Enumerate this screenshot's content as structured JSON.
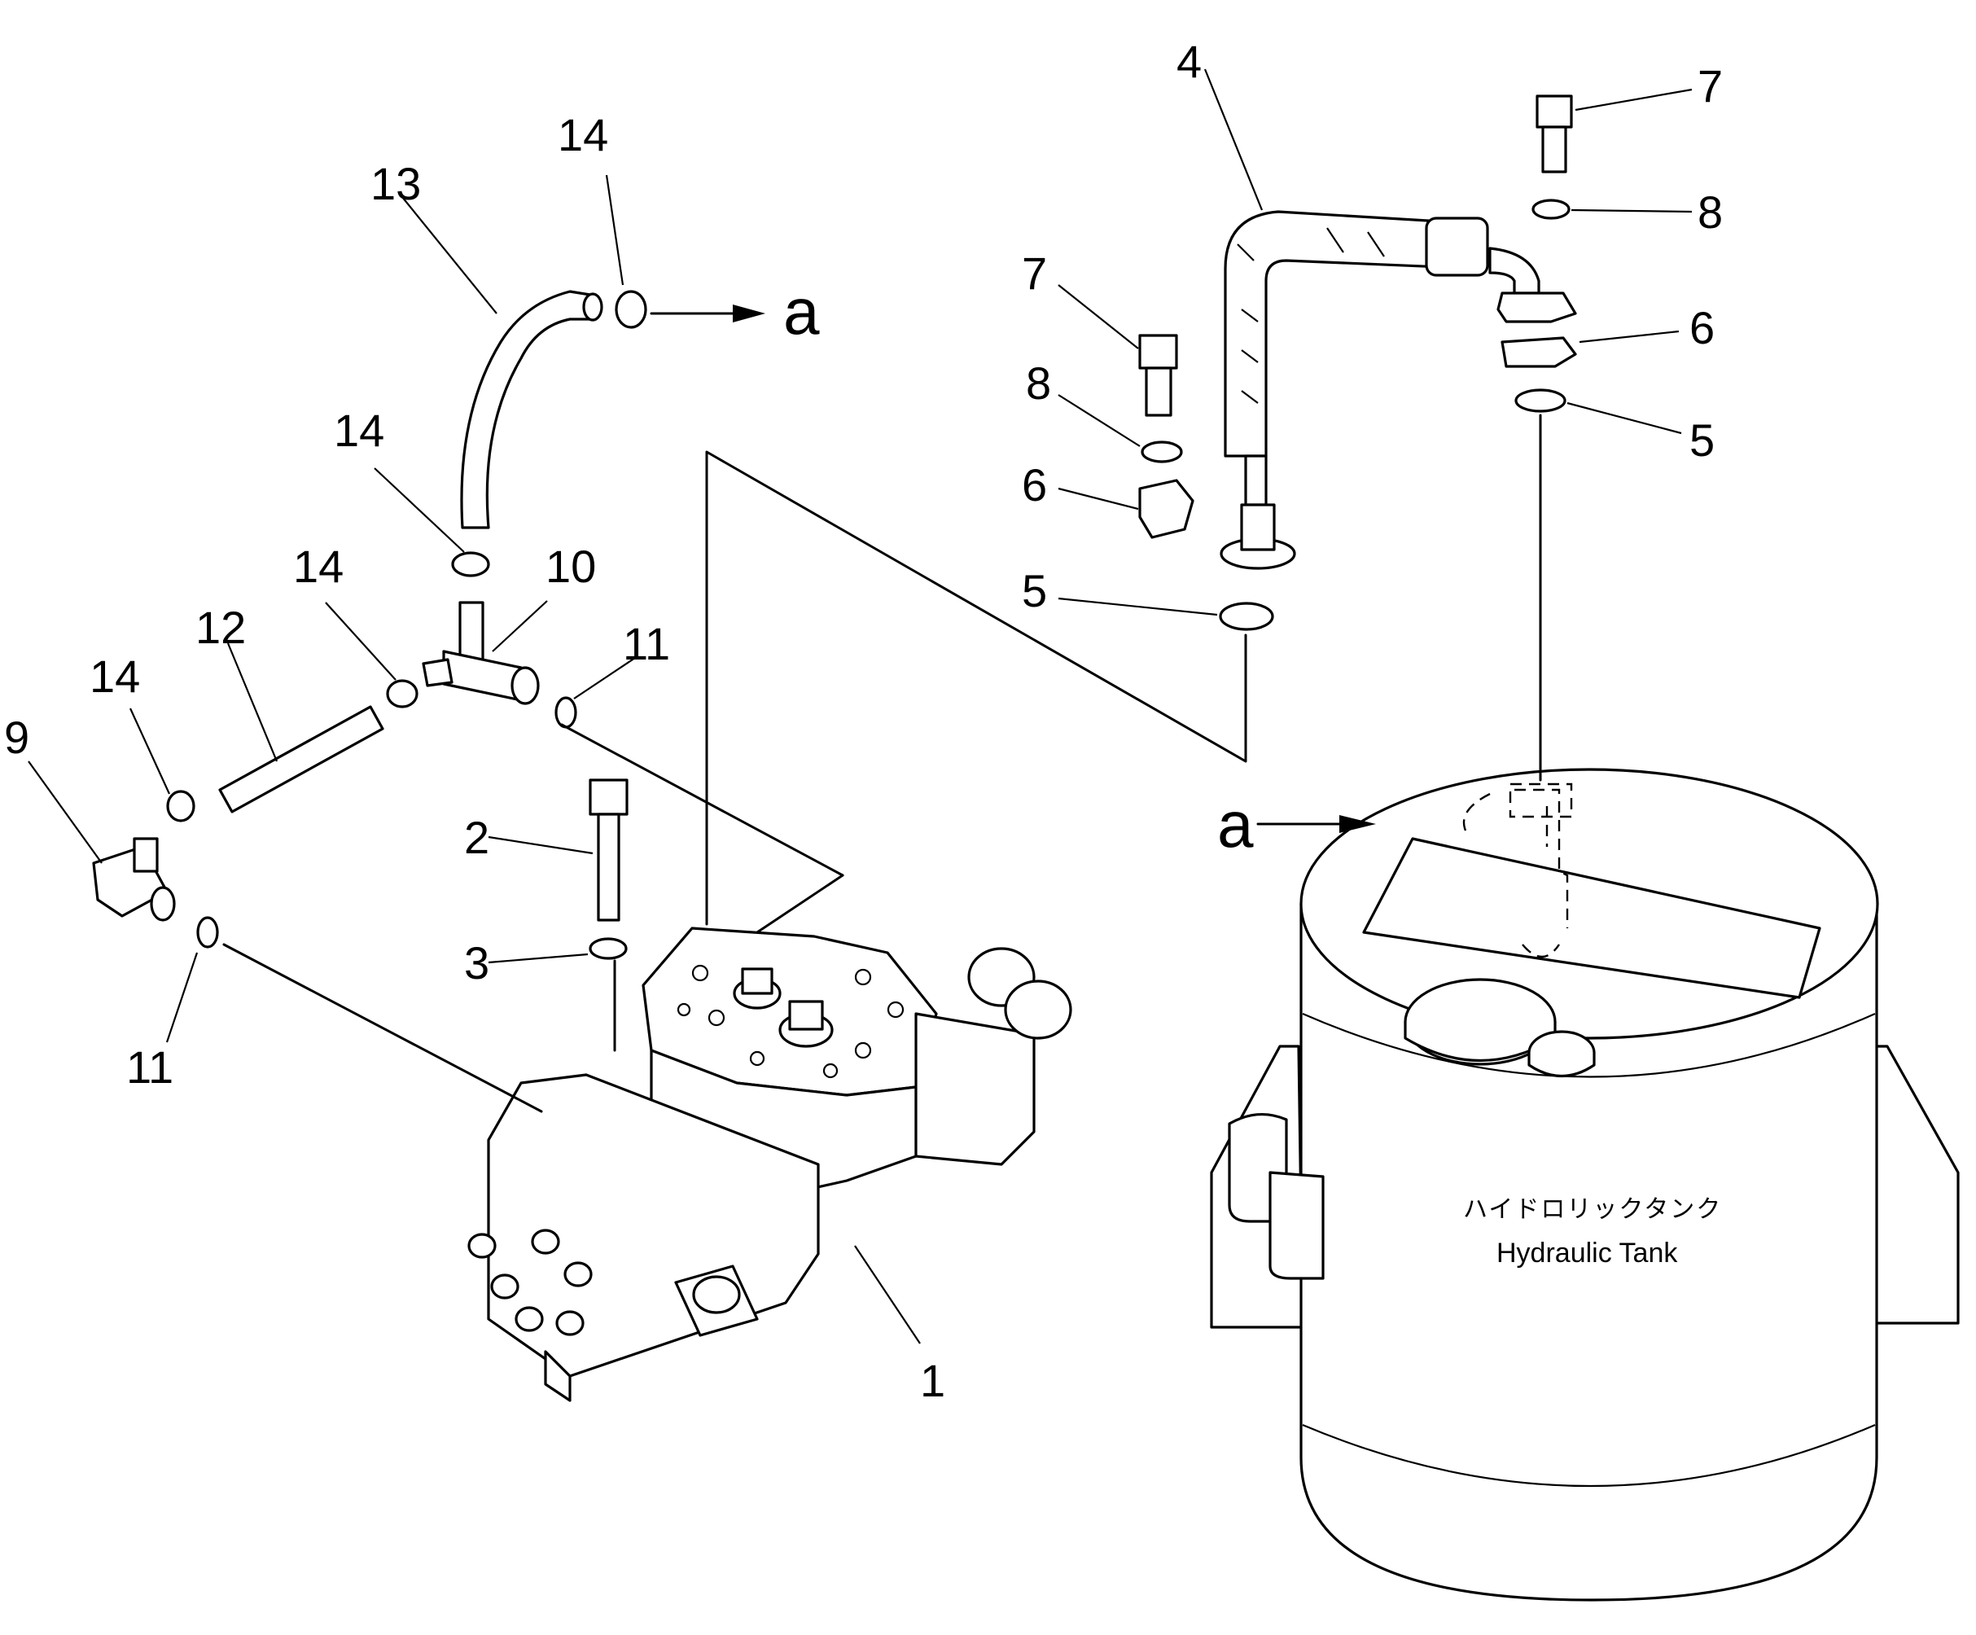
{
  "diagram": {
    "callouts": {
      "c1": "1",
      "c2": "2",
      "c3": "3",
      "c4": "4",
      "c5a": "5",
      "c5b": "5",
      "c6a": "6",
      "c6b": "6",
      "c7a": "7",
      "c7b": "7",
      "c8a": "8",
      "c8b": "8",
      "c9": "9",
      "c10": "10",
      "c11a": "11",
      "c11b": "11",
      "c12": "12",
      "c13": "13",
      "c14a": "14",
      "c14b": "14",
      "c14c": "14",
      "c14d": "14"
    },
    "refs": {
      "a_hose": "a",
      "a_tank": "a"
    },
    "tank": {
      "label_jp": "ハイドロリックタンク",
      "label_en": "Hydraulic Tank"
    }
  }
}
